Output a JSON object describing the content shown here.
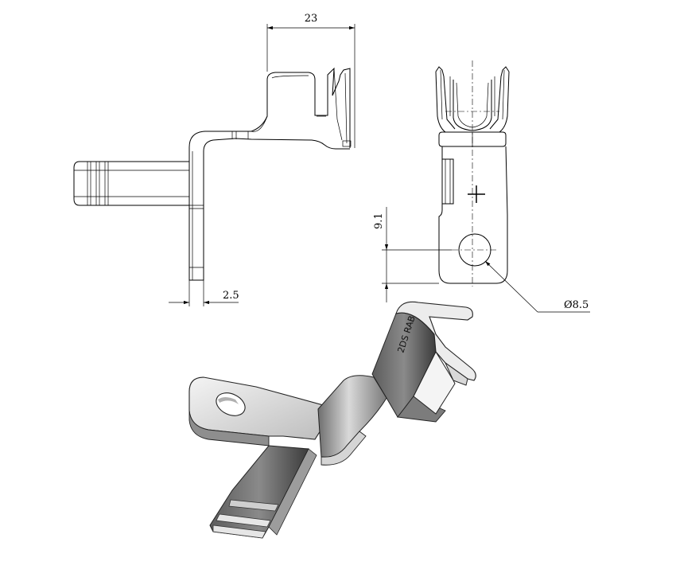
{
  "dimensions": {
    "width_top": "23",
    "thickness": "2.5",
    "hole_offset": "9.1",
    "hole_diameter": "Ø8.5"
  },
  "part_marking": "2DS RAB"
}
